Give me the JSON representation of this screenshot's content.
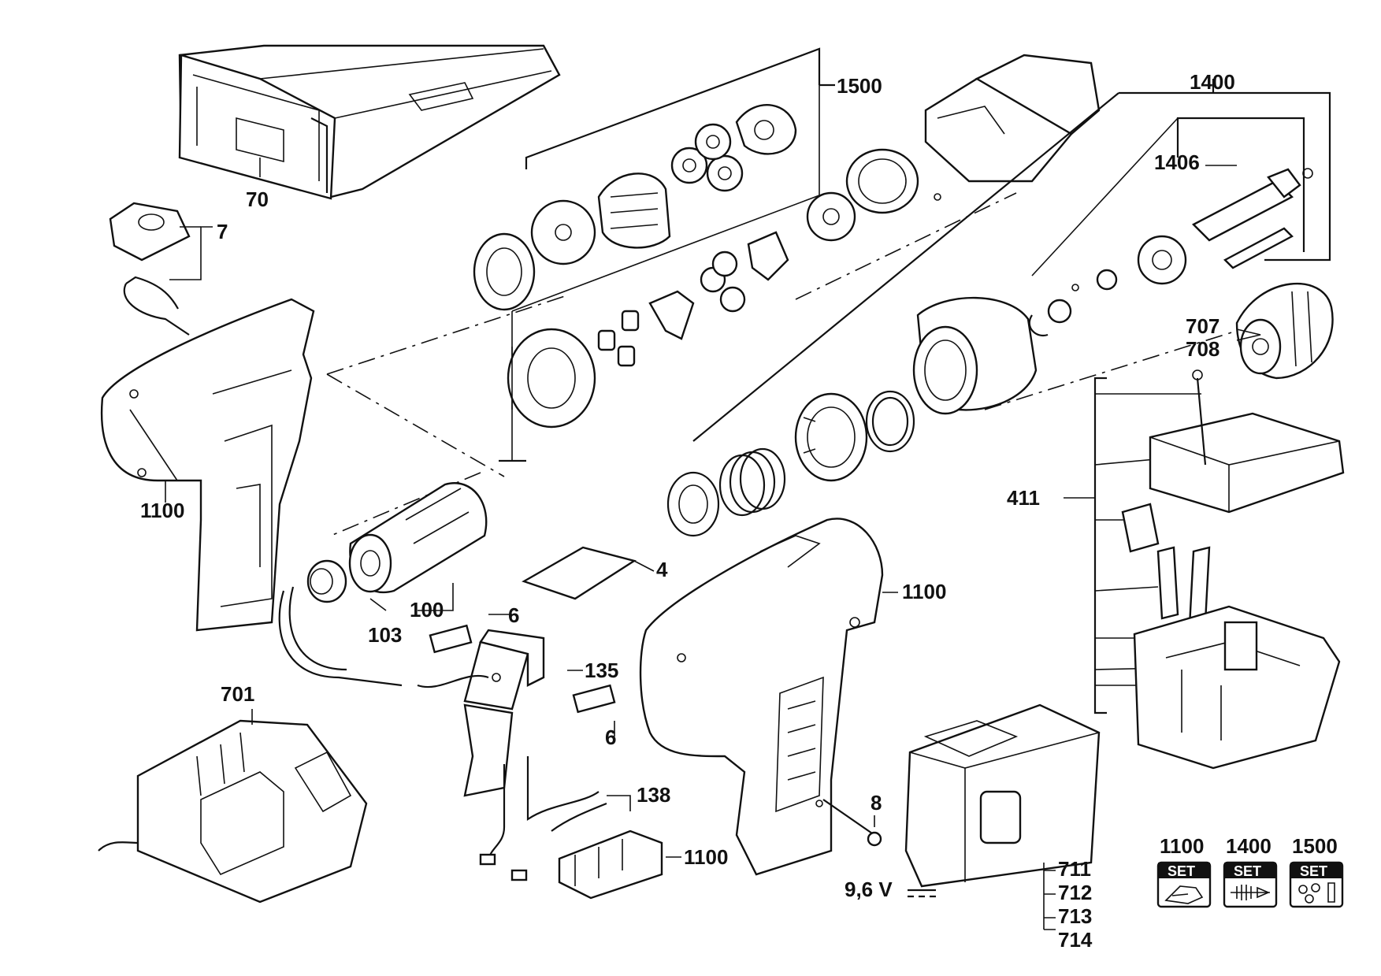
{
  "labels": {
    "l70": "70",
    "l7": "7",
    "l1100a": "1100",
    "l1500": "1500",
    "l1400": "1400",
    "l1406": "1406",
    "l707": "707",
    "l708": "708",
    "l411": "411",
    "l4": "4",
    "l1100b": "1100",
    "l100": "100",
    "l103": "103",
    "l6a": "6",
    "l135": "135",
    "l6b": "6",
    "l701": "701",
    "l138": "138",
    "l1100c": "1100",
    "l8": "8",
    "voltage": "9,6 V",
    "l711": "711",
    "l712": "712",
    "l713": "713",
    "l714": "714"
  },
  "set_badges": [
    {
      "number": "1100",
      "text": "SET",
      "icon": "housing-set-icon"
    },
    {
      "number": "1400",
      "text": "SET",
      "icon": "spindle-set-icon"
    },
    {
      "number": "1500",
      "text": "SET",
      "icon": "gear-set-icon"
    }
  ]
}
